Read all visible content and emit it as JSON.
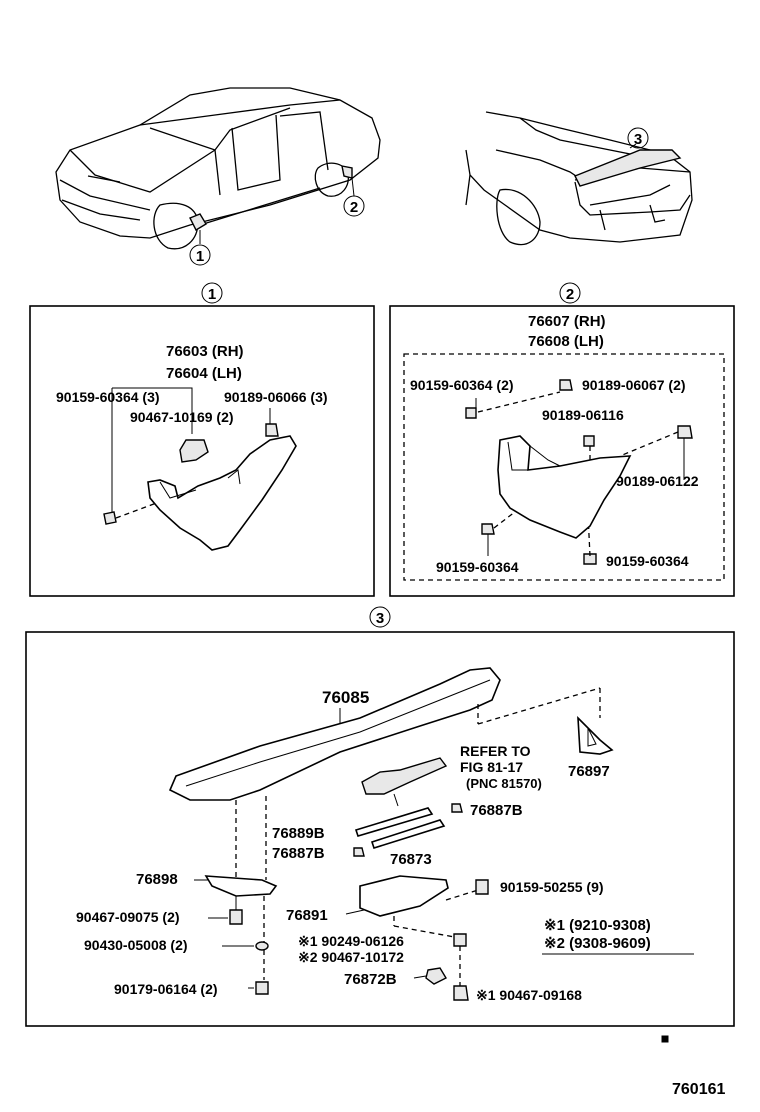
{
  "callouts": {
    "c1": "1",
    "c2": "2",
    "c3": "3"
  },
  "panel1": {
    "rh": "76603 (RH)",
    "lh": "76604 (LH)",
    "screw": "90159-60364 (3)",
    "clip_a": "90189-06066 (3)",
    "clip_b": "90467-10169 (2)"
  },
  "panel2": {
    "rh": "76607 (RH)",
    "lh": "76608 (LH)",
    "screw_a": "90159-60364 (2)",
    "clip_a": "90189-06067 (2)",
    "clip_b": "90189-06116",
    "clip_c": "90189-06122",
    "screw_b": "90159-60364",
    "screw_c": "90159-60364"
  },
  "panel3": {
    "spoiler": "76085",
    "refer1": "REFER TO",
    "refer2": "FIG 81-17",
    "refer3": "(PNC 81570)",
    "p76897": "76897",
    "p76887b_a": "76887B",
    "p76889b": "76889B",
    "p76887b_b": "76887B",
    "p76873": "76873",
    "p76898": "76898",
    "p90467_09075": "90467-09075 (2)",
    "p90430": "90430-05008 (2)",
    "p90179": "90179-06164 (2)",
    "p76891": "76891",
    "p90159_50255": "90159-50255 (9)",
    "p90249": "※1 90249-06126",
    "p90467_10172": "※2 90467-10172",
    "p76872b": "76872B",
    "p90467_09168": "※1 90467-09168",
    "note1": "※1 (9210-9308)",
    "note2": "※2 (9308-9609)"
  },
  "figure_id": "760161"
}
